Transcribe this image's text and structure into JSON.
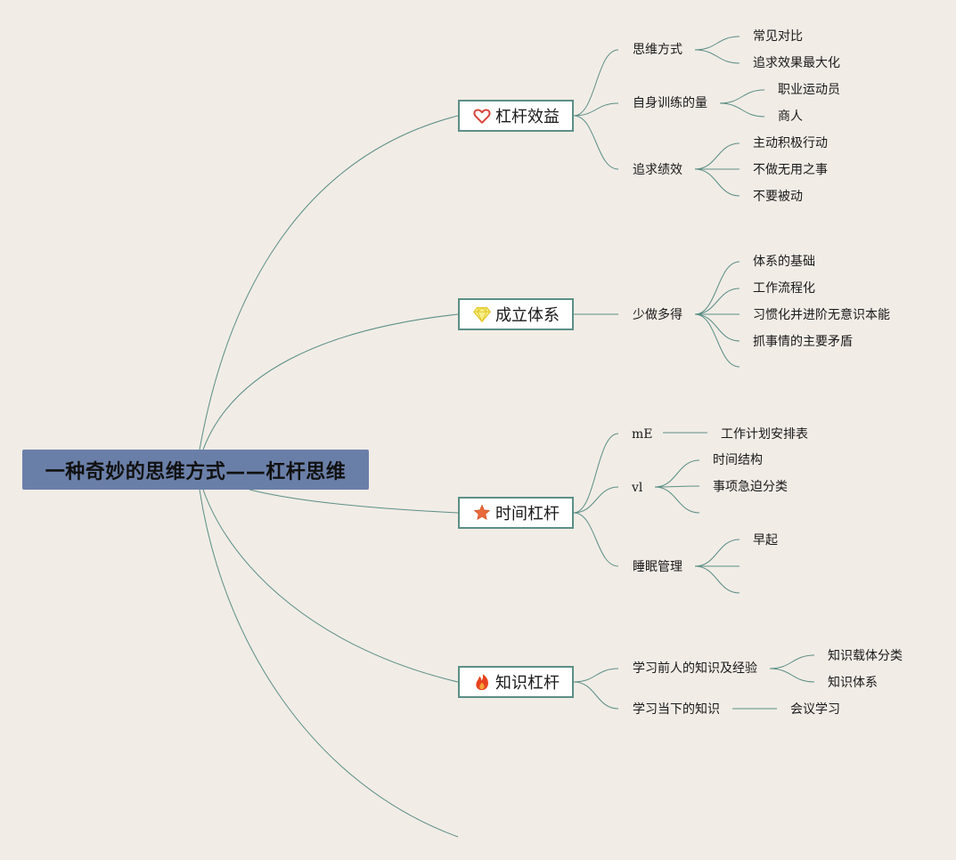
{
  "root": {
    "label": "一种奇妙的思维方式——杠杆思维"
  },
  "branches": [
    {
      "label": "杠杆效益",
      "icon": "heart-icon",
      "children": [
        {
          "label": "思维方式",
          "children": [
            {
              "label": "常见对比"
            },
            {
              "label": "追求效果最大化"
            }
          ]
        },
        {
          "label": "自身训练的量",
          "children": [
            {
              "label": "职业运动员"
            },
            {
              "label": "商人"
            }
          ]
        },
        {
          "label": "追求绩效",
          "children": [
            {
              "label": "主动积极行动"
            },
            {
              "label": "不做无用之事"
            },
            {
              "label": "不要被动"
            }
          ]
        }
      ]
    },
    {
      "label": "成立体系",
      "icon": "diamond-icon",
      "children": [
        {
          "label": "少做多得",
          "children": [
            {
              "label": "体系的基础"
            },
            {
              "label": "工作流程化"
            },
            {
              "label": "习惯化并进阶无意识本能"
            },
            {
              "label": "抓事情的主要矛盾"
            },
            {
              "label": ""
            }
          ]
        }
      ]
    },
    {
      "label": "时间杠杆",
      "icon": "star-icon",
      "children": [
        {
          "label": "mE",
          "children": [
            {
              "label": "工作计划安排表"
            }
          ]
        },
        {
          "label": "vl",
          "children": [
            {
              "label": "时间结构"
            },
            {
              "label": "事项急迫分类"
            },
            {
              "label": ""
            }
          ]
        },
        {
          "label": "睡眠管理",
          "children": [
            {
              "label": "早起"
            },
            {
              "label": ""
            },
            {
              "label": ""
            }
          ]
        }
      ]
    },
    {
      "label": "知识杠杆",
      "icon": "fire-icon",
      "children": [
        {
          "label": "学习前人的知识及经验",
          "children": [
            {
              "label": "知识载体分类"
            },
            {
              "label": "知识体系"
            }
          ]
        },
        {
          "label": "学习当下的知识",
          "children": [
            {
              "label": "会议学习"
            }
          ]
        }
      ]
    }
  ],
  "colors": {
    "background": "#f1ece6",
    "root_fill": "#6a7fa8",
    "line": "#5b8f86",
    "branch_border": "#5b8f86",
    "heart": "#d9443c",
    "diamond": "#f2e24a",
    "star": "#e8693a",
    "fire": "#e8411f"
  }
}
